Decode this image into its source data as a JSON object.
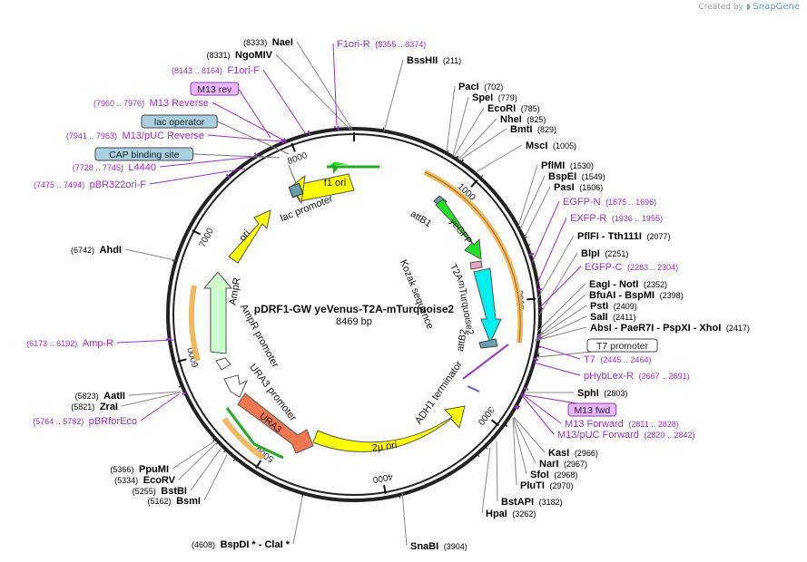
{
  "branding": {
    "created_by": "Created by",
    "product": "SnapGene"
  },
  "map": {
    "title": "pDRF1-GW yeVenus-T2A-mTurquoise2",
    "size_label": "8469 bp",
    "total_bp": 8469,
    "ticks": [
      {
        "pos": 1000,
        "label": "1000"
      },
      {
        "pos": 2000,
        "label": "2000"
      },
      {
        "pos": 3000,
        "label": "3000"
      },
      {
        "pos": 4000,
        "label": "4000"
      },
      {
        "pos": 5000,
        "label": "5000"
      },
      {
        "pos": 6000,
        "label": "6000"
      },
      {
        "pos": 7000,
        "label": "7000"
      },
      {
        "pos": 8000,
        "label": "8000"
      }
    ]
  },
  "colors": {
    "enzyme": "#000000",
    "primer": "#9a2ecb",
    "feature_line": "#808080",
    "backbone": "#222222",
    "yellow": "#ffff00",
    "green": "#22e022",
    "cyan": "#00f0f0",
    "light_green": "#ccffcc",
    "white": "#ffffff",
    "orange_red": "#f07850",
    "tan": "#ffe0a0",
    "lac_op_box": "#a9cfe0",
    "primer_box": "#e8b6ff"
  },
  "enzymes": [
    {
      "name": "NaeI",
      "pos": "(8333)",
      "num_first": true
    },
    {
      "name": "NgoMIV",
      "pos": "(8331)",
      "num_first": true
    },
    {
      "name": "BssHII",
      "pos": "(211)",
      "num_first": false
    },
    {
      "name": "PacI",
      "pos": "(702)",
      "num_first": false
    },
    {
      "name": "SpeI",
      "pos": "(779)",
      "num_first": false
    },
    {
      "name": "EcoRI",
      "pos": "(785)",
      "num_first": false
    },
    {
      "name": "NheI",
      "pos": "(825)",
      "num_first": false
    },
    {
      "name": "BmtI",
      "pos": "(829)",
      "num_first": false
    },
    {
      "name": "MscI",
      "pos": "(1005)",
      "num_first": false
    },
    {
      "name": "PflMI",
      "pos": "(1530)",
      "num_first": false
    },
    {
      "name": "BspEI",
      "pos": "(1549)",
      "num_first": false
    },
    {
      "name": "PasI",
      "pos": "(1606)",
      "num_first": false
    },
    {
      "name": "PflFI - Tth111I",
      "pos": "(2077)",
      "num_first": false
    },
    {
      "name": "BlpI",
      "pos": "(2251)",
      "num_first": false
    },
    {
      "name": "EagI - NotI",
      "pos": "(2352)",
      "num_first": false
    },
    {
      "name": "BfuAI - BspMI",
      "pos": "(2398)",
      "num_first": false
    },
    {
      "name": "PstI",
      "pos": "(2409)",
      "num_first": false
    },
    {
      "name": "SalI",
      "pos": "(2411)",
      "num_first": false
    },
    {
      "name": "AbsI - PaeR7I - PspXI - XhoI",
      "pos": "(2417)",
      "num_first": false
    },
    {
      "name": "SphI",
      "pos": "(2803)",
      "num_first": false
    },
    {
      "name": "KasI",
      "pos": "(2966)",
      "num_first": false
    },
    {
      "name": "NarI",
      "pos": "(2967)",
      "num_first": false
    },
    {
      "name": "SfoI",
      "pos": "(2968)",
      "num_first": false
    },
    {
      "name": "PluTI",
      "pos": "(2970)",
      "num_first": false
    },
    {
      "name": "BstAPI",
      "pos": "(3182)",
      "num_first": false
    },
    {
      "name": "HpaI",
      "pos": "(3262)",
      "num_first": false
    },
    {
      "name": "SnaBI",
      "pos": "(3904)",
      "num_first": false
    },
    {
      "name": "BspDI * - ClaI *",
      "pos": "(4608)",
      "num_first": true
    },
    {
      "name": "BsmI",
      "pos": "(5162)",
      "num_first": true
    },
    {
      "name": "BstBI",
      "pos": "(5255)",
      "num_first": true
    },
    {
      "name": "EcoRV",
      "pos": "(5334)",
      "num_first": true
    },
    {
      "name": "PpuMI",
      "pos": "(5366)",
      "num_first": true
    },
    {
      "name": "ZraI",
      "pos": "(5821)",
      "num_first": true
    },
    {
      "name": "AatII",
      "pos": "(5823)",
      "num_first": true
    },
    {
      "name": "AhdI",
      "pos": "(6742)",
      "num_first": true
    }
  ],
  "primers": [
    {
      "name": "F1ori-R",
      "pos": "(8355 .. 8374)",
      "num_first": false
    },
    {
      "name": "F1ori-F",
      "pos": "(8143 .. 8164)",
      "num_first": true
    },
    {
      "name": "M13 Reverse",
      "pos": "(7960 .. 7976)",
      "num_first": true
    },
    {
      "name": "M13/pUC Reverse",
      "pos": "(7941 .. 7963)",
      "num_first": true
    },
    {
      "name": "L4440",
      "pos": "(7728 .. 7745)",
      "num_first": true
    },
    {
      "name": "pBR322ori-F",
      "pos": "(7475 .. 7494)",
      "num_first": true
    },
    {
      "name": "EGFP-N",
      "pos": "(1675 .. 1696)",
      "num_first": false
    },
    {
      "name": "EXFP-R",
      "pos": "(1936 .. 1955)",
      "num_first": false
    },
    {
      "name": "EGFP-C",
      "pos": "(2283 .. 2304)",
      "num_first": false
    },
    {
      "name": "T7",
      "pos": "(2445 .. 2464)",
      "num_first": false
    },
    {
      "name": "pHybLex-R",
      "pos": "(2667 .. 2691)",
      "num_first": false
    },
    {
      "name": "M13 Forward",
      "pos": "(2811 .. 2828)",
      "num_first": false
    },
    {
      "name": "M13/pUC Forward",
      "pos": "(2820 .. 2842)",
      "num_first": false
    },
    {
      "name": "Amp-R",
      "pos": "(6173 .. 6192)",
      "num_first": true
    },
    {
      "name": "pBRforEco",
      "pos": "(5764 .. 5782)",
      "num_first": true
    }
  ],
  "feature_boxes": [
    {
      "label": "M13 rev",
      "style": "primer"
    },
    {
      "label": "lac operator",
      "style": "blue"
    },
    {
      "label": "CAP binding site",
      "style": "blue"
    },
    {
      "label": "T7 promoter",
      "style": "white"
    },
    {
      "label": "M13 fwd",
      "style": "primer"
    }
  ],
  "features": [
    {
      "label": "f1 ori"
    },
    {
      "label": "lac promoter"
    },
    {
      "label": "ori"
    },
    {
      "label": "AmpR"
    },
    {
      "label": "AmpR promoter"
    },
    {
      "label": "URA3 promoter"
    },
    {
      "label": "URA3"
    },
    {
      "label": "2μ ori"
    },
    {
      "label": "ADH1 terminator"
    },
    {
      "label": "attB1"
    },
    {
      "label": "yeGFP"
    },
    {
      "label": "Kozak sequence"
    },
    {
      "label": "T2A"
    },
    {
      "label": "mTurquoise2"
    },
    {
      "label": "attB2"
    }
  ]
}
